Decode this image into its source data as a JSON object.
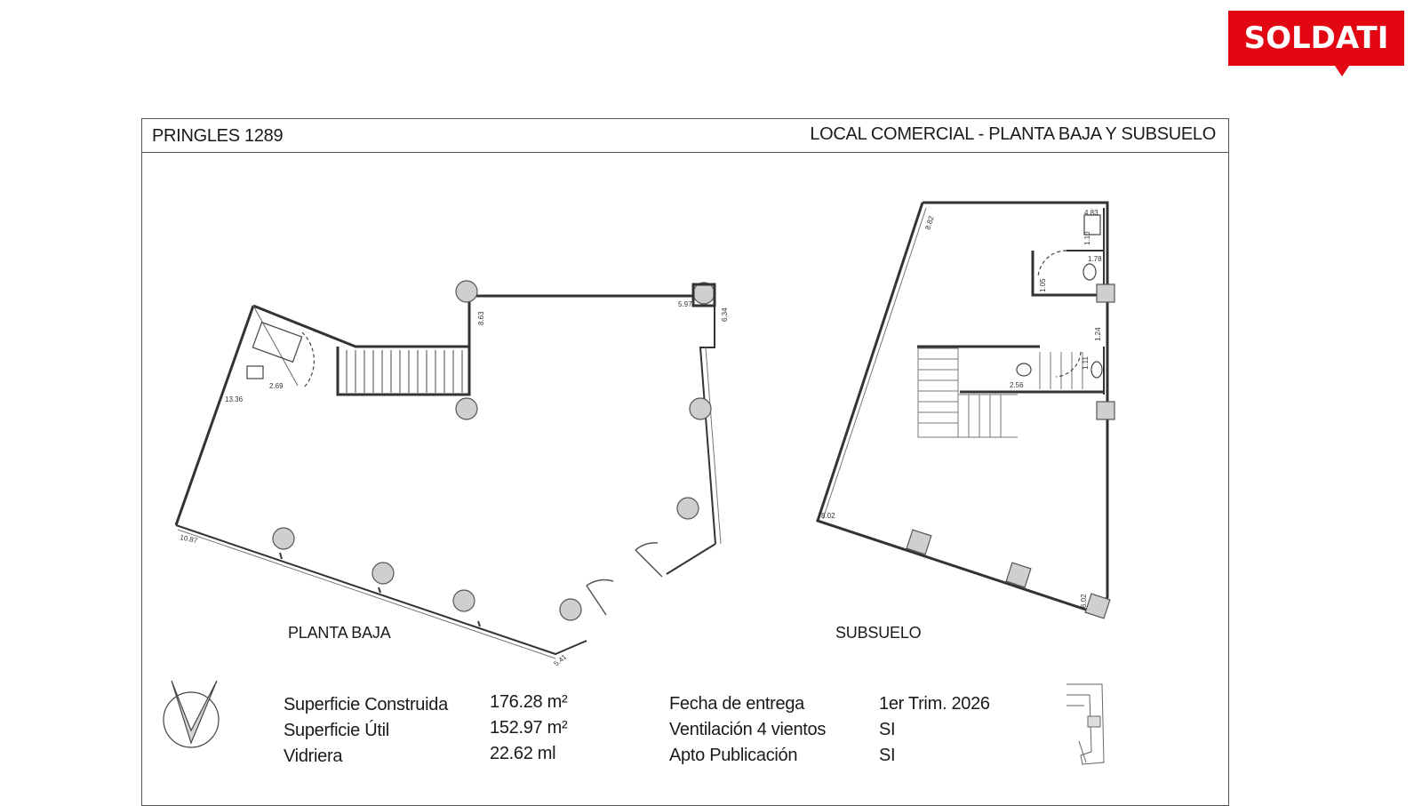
{
  "brand": {
    "logo_text": "SOLDATI",
    "color": "#e30613"
  },
  "header": {
    "address": "PRINGLES 1289",
    "title": "LOCAL COMERCIAL - PLANTA BAJA Y SUBSUELO"
  },
  "plans": {
    "ground_floor": {
      "label": "PLANTA BAJA",
      "dimensions": [
        "13.36",
        "2.69",
        "8.63",
        "5.97",
        "6.34",
        "10.87",
        "5.41"
      ]
    },
    "basement": {
      "label": "SUBSUELO",
      "dimensions": [
        "8.82",
        "4.83",
        "1.10",
        "1.78",
        "1.05",
        "1.24",
        "1.11",
        "2.56",
        "8.02",
        "6.02"
      ]
    }
  },
  "specs": [
    {
      "label": "Superficie Construida",
      "value": "176.28 m²"
    },
    {
      "label": "Superficie Útil",
      "value": "152.97 m²"
    },
    {
      "label": "Vidriera",
      "value": "22.62 ml"
    }
  ],
  "details": [
    {
      "label": "Fecha de entrega",
      "value": "1er Trim. 2026"
    },
    {
      "label": "Ventilación 4 vientos",
      "value": "SI"
    },
    {
      "label": "Apto Publicación",
      "value": "SI"
    }
  ],
  "icons": {
    "north_arrow": "north-arrow-icon",
    "site_plan": "site-plan-icon"
  }
}
